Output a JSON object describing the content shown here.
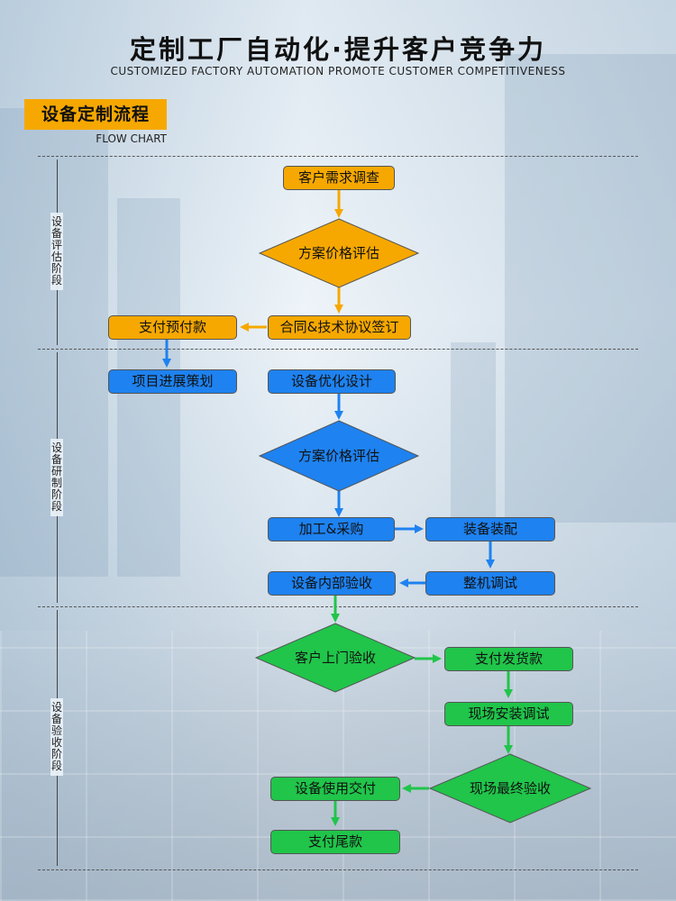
{
  "header": {
    "title": "定制工厂自动化·提升客户竞争力",
    "subtitle": "CUSTOMIZED FACTORY AUTOMATION PROMOTE CUSTOMER COMPETITIVENESS"
  },
  "section": {
    "tag": "设备定制流程",
    "tag_sub": "FLOW CHART"
  },
  "colors": {
    "evaluation": "#f6a800",
    "development": "#1e82f0",
    "acceptance": "#20c54a"
  },
  "stages": [
    {
      "label": "设备评估阶段",
      "nodes": {
        "survey": "客户需求调查",
        "evaluate": "方案价格评估",
        "contract": "合同&技术协议签订",
        "prepay": "支付预付款"
      }
    },
    {
      "label": "设备研制阶段",
      "nodes": {
        "planning": "项目进展策划",
        "design": "设备优化设计",
        "evaluate": "方案价格评估",
        "procure": "加工&采购",
        "assembly": "装备装配",
        "debug": "整机调试",
        "internal_check": "设备内部验收"
      }
    },
    {
      "label": "设备验收阶段",
      "nodes": {
        "onsite_check": "客户上门验收",
        "delivery_pay": "支付发货款",
        "site_debug": "现场安装调试",
        "final_check": "现场最终验收",
        "handover": "设备使用交付",
        "final_pay": "支付尾款"
      }
    }
  ]
}
